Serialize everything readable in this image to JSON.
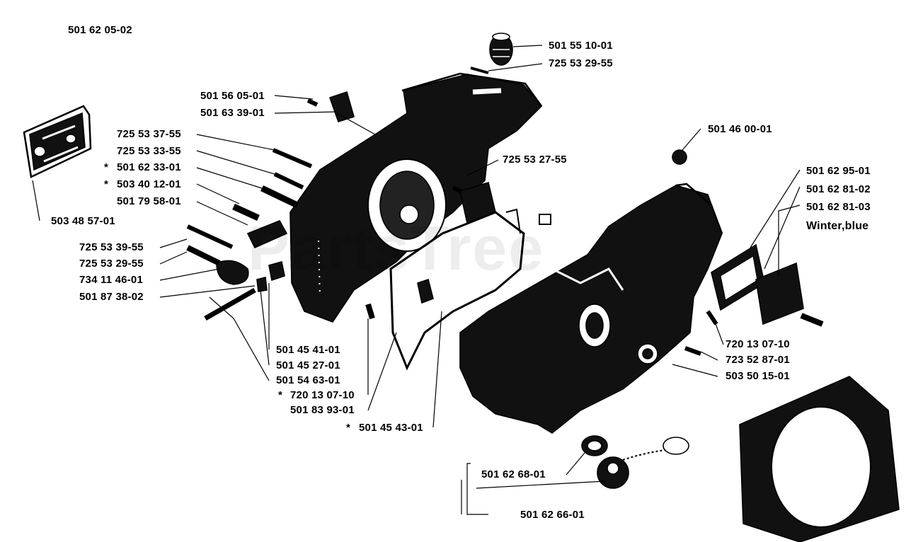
{
  "title": "501 62 05-02",
  "watermark": "PartsTree",
  "colors": {
    "ink": "#000000",
    "paper": "#ffffff",
    "fill": "#111111"
  },
  "labels": [
    {
      "id": "p1",
      "text": "501 55 10-01",
      "star": false
    },
    {
      "id": "p2",
      "text": "725 53 29-55",
      "star": false
    },
    {
      "id": "p3",
      "text": "501 56 05-01",
      "star": false
    },
    {
      "id": "p4",
      "text": "501 63 39-01",
      "star": false
    },
    {
      "id": "p5",
      "text": "725 53 37-55",
      "star": false
    },
    {
      "id": "p6",
      "text": "725 53 33-55",
      "star": false
    },
    {
      "id": "p7",
      "text": "501 62 33-01",
      "star": true
    },
    {
      "id": "p8",
      "text": "503 40 12-01",
      "star": true
    },
    {
      "id": "p9",
      "text": "501 79 58-01",
      "star": false
    },
    {
      "id": "p10",
      "text": "503 48 57-01",
      "star": false
    },
    {
      "id": "p11",
      "text": "725 53 39-55",
      "star": false
    },
    {
      "id": "p12",
      "text": "725 53 29-55",
      "star": false
    },
    {
      "id": "p13",
      "text": "734 11 46-01",
      "star": false
    },
    {
      "id": "p14",
      "text": "501 87 38-02",
      "star": false
    },
    {
      "id": "p15",
      "text": "725 53 27-55",
      "star": false
    },
    {
      "id": "p16",
      "text": "501 46 00-01",
      "star": false
    },
    {
      "id": "p17",
      "text": "501 62 95-01",
      "star": false
    },
    {
      "id": "p18",
      "text": "501 62 81-02",
      "star": false
    },
    {
      "id": "p19",
      "text": "501 62 81-03",
      "star": false
    },
    {
      "id": "p20",
      "text": "Winter,blue",
      "star": false
    },
    {
      "id": "p21",
      "text": "501 45 41-01",
      "star": false
    },
    {
      "id": "p22",
      "text": "501 45 27-01",
      "star": false
    },
    {
      "id": "p23",
      "text": "501 54 63-01",
      "star": false
    },
    {
      "id": "p24",
      "text": "720 13 07-10",
      "star": true
    },
    {
      "id": "p25",
      "text": "501 83 93-01",
      "star": false
    },
    {
      "id": "p26",
      "text": "501 45 43-01",
      "star": true
    },
    {
      "id": "p27",
      "text": "720 13 07-10",
      "star": false
    },
    {
      "id": "p28",
      "text": "723 52 87-01",
      "star": false
    },
    {
      "id": "p29",
      "text": "503 50 15-01",
      "star": false
    },
    {
      "id": "p30",
      "text": "501 62 68-01",
      "star": false
    },
    {
      "id": "p31",
      "text": "501 62 66-01",
      "star": false
    }
  ]
}
